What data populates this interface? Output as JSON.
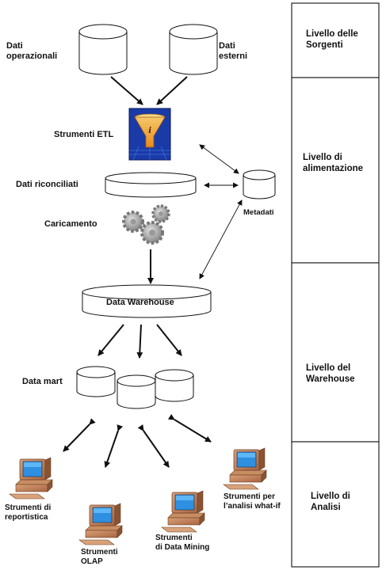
{
  "sources": {
    "operational_label": "Dati\noperazionali",
    "external_label": "Dati\nesterni"
  },
  "etl": {
    "label": "Strumenti ETL"
  },
  "reconciled": {
    "label": "Dati riconciliati"
  },
  "loading": {
    "label": "Caricamento"
  },
  "metadata": {
    "label": "Metadati"
  },
  "warehouse": {
    "label": "Data Warehouse"
  },
  "datamart": {
    "label": "Data mart"
  },
  "tools": {
    "reporting": "Strumenti di\nreportistica",
    "olap": "Strumenti\nOLAP",
    "data_mining": "Strumenti\ndi Data Mining",
    "what_if": "Strumenti per\nl’analisi what-if"
  },
  "levels": [
    {
      "label": "Livello delle\nSorgenti"
    },
    {
      "label": "Livello di\nalimentazione"
    },
    {
      "label": "Livello del\nWarehouse"
    },
    {
      "label": "Livello di\nAnalisi"
    }
  ]
}
